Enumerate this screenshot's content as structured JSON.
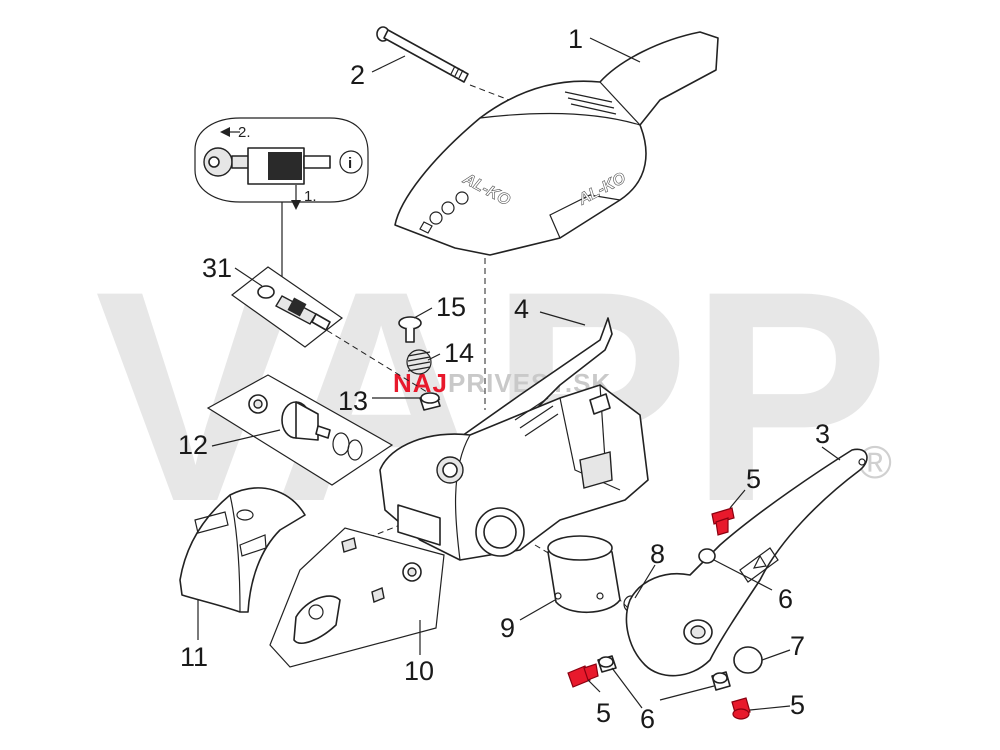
{
  "watermark": {
    "letters": "VAPP",
    "registered_mark": "®",
    "site_prefix": "NAJ",
    "site_suffix": "PRIVESY.SK",
    "colors": {
      "site_prefix": "#e8192c",
      "site_suffix": "#c9c9c9",
      "letters": "#d4d4d4"
    }
  },
  "brand_marks": [
    "AL-KO",
    "AL-KO"
  ],
  "key_inset": {
    "step_1": "1.",
    "step_2": "2.",
    "info_symbol": "i"
  },
  "callouts": [
    "1",
    "2",
    "3",
    "4",
    "5",
    "5",
    "5",
    "6",
    "6",
    "7",
    "8",
    "9",
    "10",
    "11",
    "12",
    "13",
    "14",
    "15",
    "31"
  ],
  "highlight_color": "#e8192c"
}
